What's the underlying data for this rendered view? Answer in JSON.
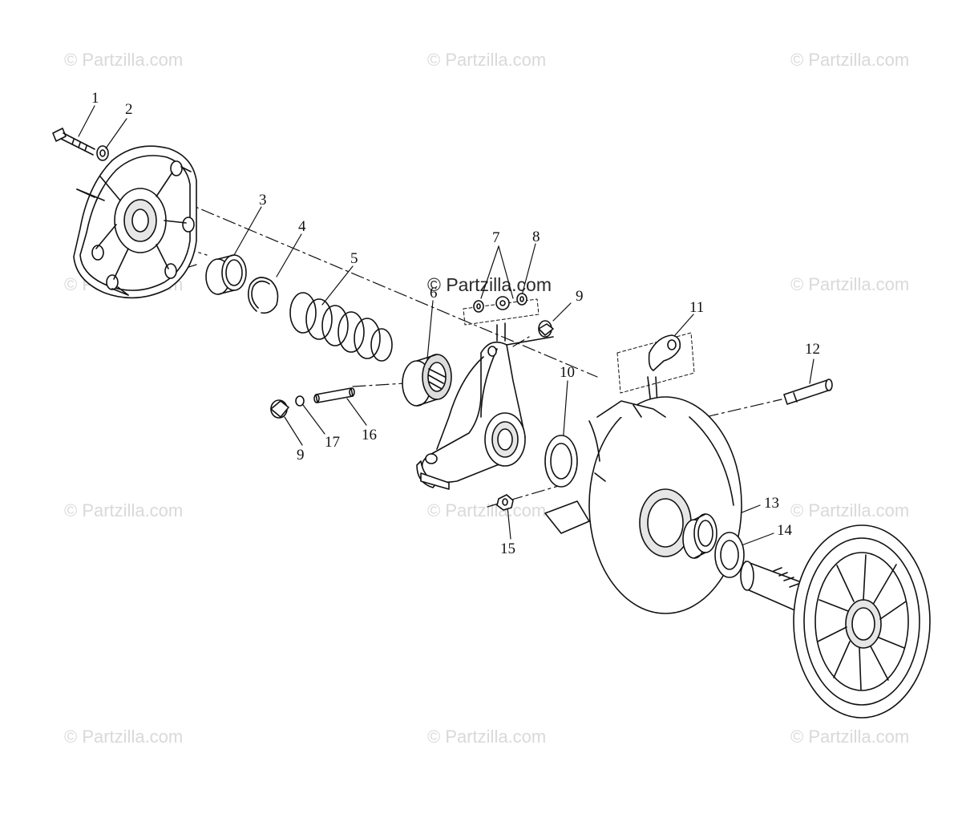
{
  "watermark": {
    "text": "© Partzilla.com"
  },
  "callouts": {
    "c1": "1",
    "c2": "2",
    "c3": "3",
    "c4": "4",
    "c5": "5",
    "c6": "6",
    "c7": "7",
    "c8": "8",
    "c9a": "9",
    "c9b": "9",
    "c10": "10",
    "c11": "11",
    "c12": "12",
    "c13": "13",
    "c14": "14",
    "c15": "15",
    "c16": "16",
    "c17": "17"
  },
  "colors": {
    "line": "#111111",
    "watermark": "#d9d9d9",
    "fill_light": "#f4f4f4",
    "fill_dark": "#cfcfcf"
  }
}
